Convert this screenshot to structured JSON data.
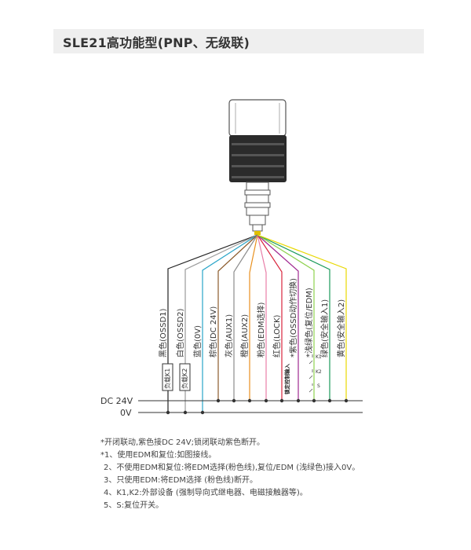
{
  "title": "SLE21高功能型(PNP、无级联)",
  "rails": {
    "dc": "DC 24V",
    "zero": "0V"
  },
  "wires": [
    {
      "label": "黑色(OSSD1)",
      "color": "#222222"
    },
    {
      "label": "白色(OSSD2)",
      "color": "#9a9a9a"
    },
    {
      "label": "蓝色(0V)",
      "color": "#2aa5c8"
    },
    {
      "label": "棕色(DC 24V)",
      "color": "#8b5a2b"
    },
    {
      "label": "灰色(AUX1)",
      "color": "#8c8c8c"
    },
    {
      "label": "橙色(AUX2)",
      "color": "#e8901e"
    },
    {
      "label": "粉色(EDM选择)",
      "color": "#e87fa8"
    },
    {
      "label": "红色(LOCK)",
      "color": "#d8243c"
    },
    {
      "label": "*紫色(OSSD动作切换)",
      "color": "#a02890"
    },
    {
      "label": "*浅绿色(复位/EDM)",
      "color": "#8fd14f"
    },
    {
      "label": "绿色(安全输入1)",
      "color": "#1a9a5a"
    },
    {
      "label": "黄色(安全输入2)",
      "color": "#e8d800"
    }
  ],
  "loads": [
    "负载K1",
    "负载K2"
  ],
  "lock_label": "锁定控制输入",
  "contacts": [
    "K1",
    "K2",
    "S"
  ],
  "notes": [
    "*开闭联动,紫色接DC 24V;锁闭联动紫色断开。",
    "*1、使用EDM和复位:如图接线。",
    "2、不使用EDM和复位:将EDM选择(粉色线),复位/EDM (浅绿色)接入0V。",
    "3、只使用EDM:将EDM选择 (粉色线)断开。",
    "4、K1,K2:外部设备 (强制导向式继电器、电磁接触器等)。",
    "5、S:复位开关。"
  ]
}
